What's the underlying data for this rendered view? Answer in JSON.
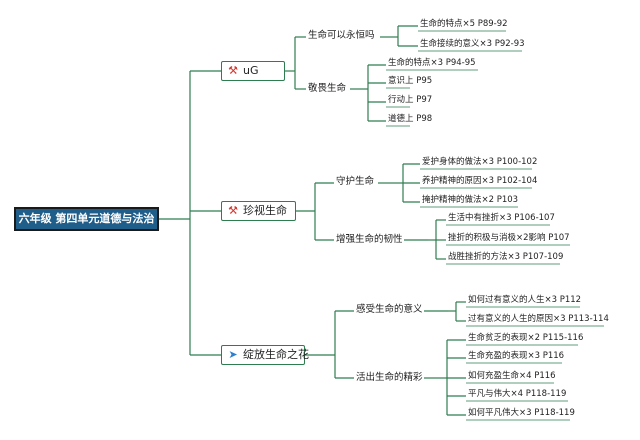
{
  "root": {
    "label": "六年级 第四单元道德与法治"
  },
  "branches": [
    {
      "label": "uG",
      "icon": "tools-icon",
      "subs": [
        {
          "label": "生命可以永恒吗",
          "leaves": [
            "生命的特点×5 P89-92",
            "生命接续的意义×3 P92-93"
          ]
        },
        {
          "label": "敬畏生命",
          "leaves": [
            "生命的特点×3 P94-95",
            "意识上 P95",
            "行动上 P97",
            "道德上 P98"
          ]
        }
      ]
    },
    {
      "label": "珍视生命",
      "icon": "tools-icon",
      "subs": [
        {
          "label": "守护生命",
          "leaves": [
            "爱护身体的做法×3 P100-102",
            "养护精神的原因×3 P102-104",
            "掩护精神的做法×2 P103"
          ]
        },
        {
          "label": "增强生命的韧性",
          "leaves": [
            "生活中有挫折×3 P106-107",
            "挫折的积极与消极×2影响 P107",
            "战胜挫折的方法×3 P107-109"
          ]
        }
      ]
    },
    {
      "label": "绽放生命之花",
      "icon": "paper-plane-icon",
      "subs": [
        {
          "label": "感受生命的意义",
          "leaves": [
            "如何过有意义的人生×3 P112",
            "过有意义的人生的原因×3 P113-114"
          ]
        },
        {
          "label": "活出生命的精彩",
          "leaves": [
            "生命贫乏的表现×2 P115-116",
            "生命充盈的表现×3 P116",
            "如何充盈生命×4 P116",
            "平凡与伟大×4 P118-119",
            "如何平凡伟大×3 P118-119"
          ]
        }
      ]
    }
  ]
}
